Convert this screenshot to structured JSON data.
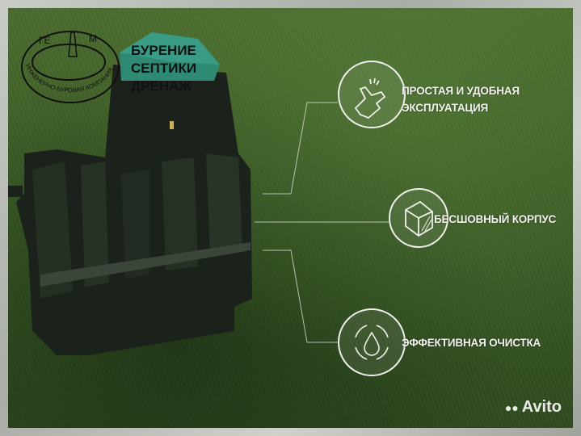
{
  "logo": {
    "name": "ГЕОМ",
    "ring_text": "ИНЖЕНЕРНО-БУРОВАЯ КОМПАНИЯ"
  },
  "brand_lines": [
    "БУРЕНИЕ",
    "СЕПТИКИ",
    "ДРЕНАЖ"
  ],
  "features": [
    {
      "icon": "hand-snap-icon",
      "lines": [
        "ПРОСТАЯ И УДОБНАЯ",
        "ЭКСПЛУАТАЦИЯ"
      ]
    },
    {
      "icon": "cube-icon",
      "lines": [
        "БЕСШОВНЫЙ КОРПУС"
      ]
    },
    {
      "icon": "water-drop-cycle-icon",
      "lines": [
        "ЭФФЕКТИВНАЯ ОЧИСТКА"
      ]
    }
  ],
  "watermark": "Avito",
  "colors": {
    "tank_lid": "#2f8a73",
    "tank_body": "#1c231d",
    "grass": "#3d5e27"
  }
}
